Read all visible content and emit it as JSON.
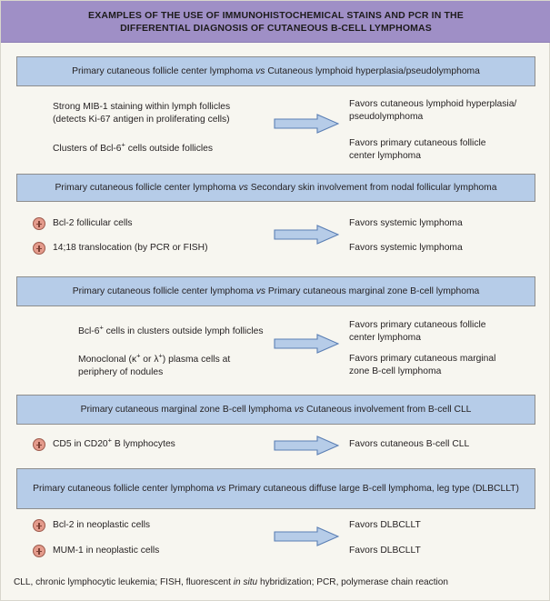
{
  "title": {
    "line1": "EXAMPLES OF THE USE OF IMMUNOHISTOCHEMICAL STAINS AND PCR IN THE",
    "line2": "DIFFERENTIAL DIAGNOSIS OF CUTANEOUS B-CELL LYMPHOMAS"
  },
  "colors": {
    "banner": "#9f8fc6",
    "section_bar": "#b6cce8",
    "page_background": "#f7f6f0",
    "badge_fill": "#e49b8c",
    "badge_stroke": "#9d5a4c",
    "arrow_fill": "#b6cce8",
    "arrow_stroke": "#5b7fb4"
  },
  "sections": [
    {
      "id": "section-1",
      "bar": {
        "left": "Primary cutaneous follicle center lymphoma",
        "vs": "vs",
        "right": "Cutaneous lymphoid hyperplasia/pseudolymphoma"
      },
      "rows": [
        {
          "badge": false,
          "finding_lines": [
            "Strong MIB-1 staining within lymph follicles",
            "(detects Ki-67 antigen in proliferating cells)"
          ],
          "favor_lines": [
            "Favors cutaneous lymphoid hyperplasia/",
            "pseudolymphoma"
          ]
        },
        {
          "badge": false,
          "finding_lines": [
            "Clusters of Bcl-6+ cells outside follicles"
          ],
          "favor_lines": [
            "Favors primary cutaneous follicle",
            "center lymphoma"
          ]
        }
      ]
    },
    {
      "id": "section-2",
      "bar": {
        "left": "Primary cutaneous follicle center lymphoma",
        "vs": "vs",
        "right": "Secondary skin involvement from nodal follicular lymphoma"
      },
      "rows": [
        {
          "badge": true,
          "finding_lines": [
            "Bcl-2 follicular cells"
          ],
          "favor_lines": [
            "Favors systemic lymphoma"
          ]
        },
        {
          "badge": true,
          "finding_lines": [
            "14;18 translocation (by PCR or FISH)"
          ],
          "favor_lines": [
            "Favors systemic lymphoma"
          ]
        }
      ]
    },
    {
      "id": "section-3",
      "bar": {
        "left": "Primary cutaneous follicle center lymphoma",
        "vs": "vs",
        "right": "Primary cutaneous marginal zone B-cell lymphoma"
      },
      "rows": [
        {
          "badge": false,
          "finding_lines": [
            "Bcl-6+ cells in clusters outside lymph follicles"
          ],
          "favor_lines": [
            "Favors primary cutaneous follicle",
            "center lymphoma"
          ]
        },
        {
          "badge": false,
          "finding_lines": [
            "Monoclonal (κ+ or λ+) plasma cells at",
            "periphery of nodules"
          ],
          "favor_lines": [
            "Favors primary cutaneous marginal",
            "zone B-cell lymphoma"
          ]
        }
      ]
    },
    {
      "id": "section-4",
      "bar": {
        "left": "Primary cutaneous marginal zone B-cell lymphoma",
        "vs": "vs",
        "right": "Cutaneous involvement from B-cell CLL"
      },
      "rows": [
        {
          "badge": true,
          "finding_lines": [
            "CD5 in CD20+ B lymphocytes"
          ],
          "favor_lines": [
            "Favors cutaneous B-cell CLL"
          ]
        }
      ]
    },
    {
      "id": "section-5",
      "bar": {
        "left": "Primary cutaneous follicle center lymphoma",
        "vs": "vs",
        "right": "Primary cutaneous diffuse large B-cell lymphoma,",
        "right_line2": "leg type (DLBCLLT)"
      },
      "rows": [
        {
          "badge": true,
          "finding_lines": [
            "Bcl-2 in neoplastic cells"
          ],
          "favor_lines": [
            "Favors DLBCLLT"
          ]
        },
        {
          "badge": true,
          "finding_lines": [
            "MUM-1 in neoplastic cells"
          ],
          "favor_lines": [
            "Favors DLBCLLT"
          ]
        }
      ]
    }
  ],
  "footer": {
    "part1": "CLL, chronic lymphocytic leukemia; FISH, fluorescent ",
    "italic": "in situ",
    "part2": " hybridization; PCR, polymerase chain reaction"
  }
}
